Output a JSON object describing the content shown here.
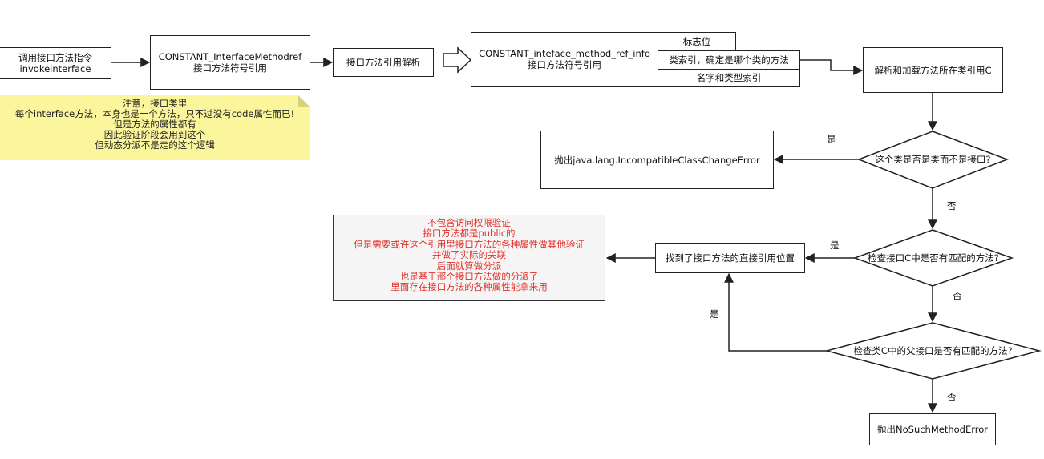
{
  "colors": {
    "note_fill": "#fbf59c",
    "red_text": "#e0312b",
    "stroke": "#222222",
    "highlight_fill": "#f5f5f5"
  },
  "nodes": {
    "invoke": {
      "line1": "调用接口方法指令",
      "line2": "invokeinterface"
    },
    "constant_interface_methodref": {
      "line1": "CONSTANT_InterfaceMethodref",
      "line2": "接口方法符号引用"
    },
    "resolve": {
      "label": "接口方法引用解析"
    },
    "ref_info": {
      "line1": "CONSTANT_inteface_method_ref_info",
      "line2": "接口方法符号引用"
    },
    "flag": {
      "label": "标志位"
    },
    "class_index": {
      "label": "类索引，确定是哪个类的方法"
    },
    "name_type_index": {
      "label": "名字和类型索引"
    },
    "load_class": {
      "label": "解析和加载方法所在类引用C"
    },
    "is_class": {
      "label": "这个类是否是类而不是接口?"
    },
    "incompatible_error": {
      "label": "抛出java.lang.IncompatibleClassChangeError"
    },
    "check_c": {
      "label": "检查接口C中是否有匹配的方法?"
    },
    "found_direct_ref": {
      "label": "找到了接口方法的直接引用位置"
    },
    "check_parent": {
      "label": "检查类C中的父接口是否有匹配的方法?"
    },
    "no_such_method": {
      "label": "抛出NoSuchMethodError"
    }
  },
  "note": {
    "lines": [
      "注意，接口类里",
      "每个interface方法，本身也是一个方法，只不过没有code属性而已!",
      "但是方法的属性都有",
      "因此验证阶段会用到这个",
      "但动态分派不是走的这个逻辑"
    ]
  },
  "red_note": {
    "lines": [
      "不包含访问权限验证",
      "接口方法都是public的",
      "但是需要或许这个引用里接口方法的各种属性做其他验证",
      "并做了实际的关联",
      "后面就算做分派",
      "也是基于那个接口方法做的分派了",
      "里面存在接口方法的各种属性能拿来用"
    ]
  },
  "edge_labels": {
    "is_class_yes": "是",
    "is_class_no": "否",
    "check_c_yes": "是",
    "check_c_no": "否",
    "parent_yes": "是",
    "parent_no": "否"
  }
}
